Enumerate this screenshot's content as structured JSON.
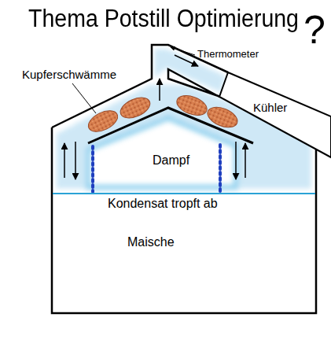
{
  "diagram": {
    "title": "Thema Potstill Optimierung",
    "nodes": [
      {
        "text": [
          "Kühler"
        ]
      }
    ],
    "labels": [
      "?",
      "Thermometer",
      "Kupferschwämme",
      "Dampf",
      "Kondensat tropft ab",
      "Maische"
    ]
  }
}
